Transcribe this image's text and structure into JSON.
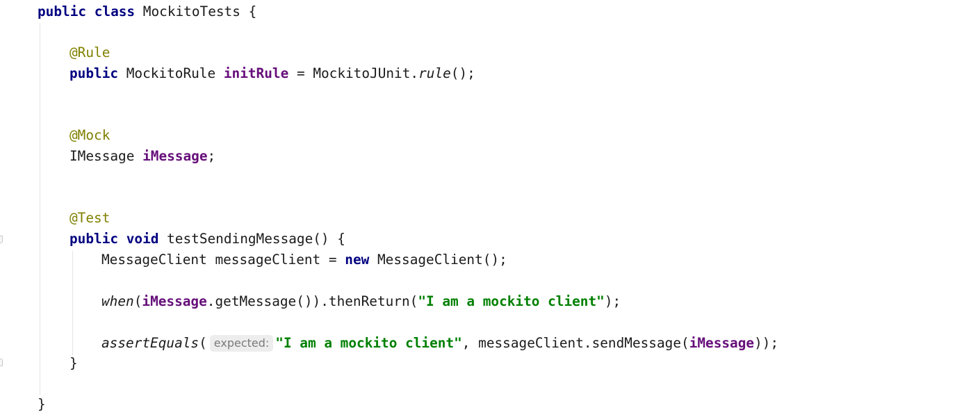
{
  "editor": {
    "lines": {
      "class_decl": {
        "kw_public": "public",
        "kw_class": "class",
        "class_name": "MockitoTests",
        "open_brace": "{"
      },
      "rule_annotation": {
        "text": "@Rule"
      },
      "rule_decl": {
        "kw_public": "public",
        "type": "MockitoRule",
        "field": "initRule",
        "assign": "=",
        "call_target": "MockitoJUnit.",
        "method": "rule",
        "tail": "();"
      },
      "mock_annotation": {
        "text": "@Mock"
      },
      "mock_decl": {
        "type": "IMessage",
        "field": "iMessage",
        "tail": ";"
      },
      "test_annotation": {
        "text": "@Test"
      },
      "method_decl": {
        "kw_public": "public",
        "kw_void": "void",
        "signature": "testSendingMessage() {"
      },
      "client_decl": {
        "type": "MessageClient",
        "var": "messageClient",
        "assign": "=",
        "kw_new": "new",
        "ctor": "MessageClient();"
      },
      "when_call": {
        "method": "when",
        "open": "(",
        "field": "iMessage",
        "chain": ".getMessage()).thenReturn(",
        "string": "\"I am a mockito client\"",
        "tail": ");"
      },
      "assert_call": {
        "method": "assertEquals",
        "open": "(",
        "param_hint": "expected:",
        "string": "\"I am a mockito client\"",
        "middle": ", messageClient.sendMessage(",
        "field": "iMessage",
        "tail": "));"
      },
      "method_close": {
        "text": "}"
      },
      "class_close": {
        "text": "}"
      }
    }
  }
}
